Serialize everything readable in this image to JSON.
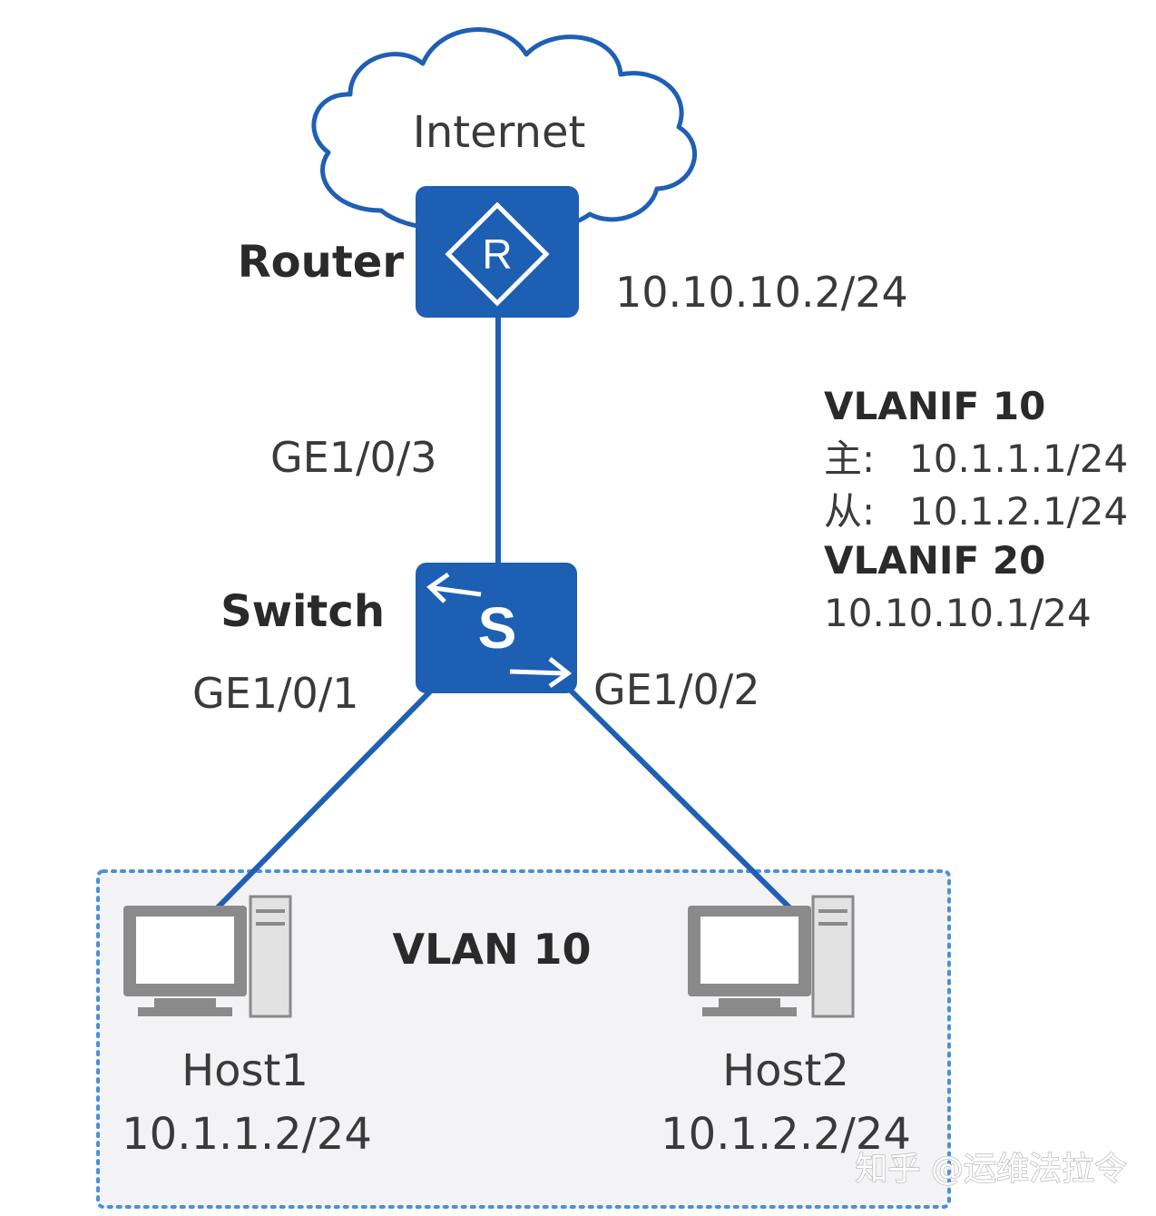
{
  "cloud": {
    "label": "Internet"
  },
  "router": {
    "label": "Router",
    "icon_letter": "R",
    "ip": "10.10.10.2/24"
  },
  "switch": {
    "label": "Switch",
    "icon_letter": "S",
    "port_uplink": "GE1/0/3",
    "port_left": "GE1/0/1",
    "port_right": "GE1/0/2"
  },
  "vlanif": {
    "vlanif10_title": "VLANIF 10",
    "primary_prefix": "主:",
    "primary_ip": "10.1.1.1/24",
    "secondary_prefix": "从:",
    "secondary_ip": "10.1.2.1/24",
    "vlanif20_title": "VLANIF 20",
    "vlanif20_ip": "10.10.10.1/24"
  },
  "vlan_area": {
    "label": "VLAN 10"
  },
  "host1": {
    "name": "Host1",
    "ip": "10.1.1.2/24"
  },
  "host2": {
    "name": "Host2",
    "ip": "10.1.2.2/24"
  },
  "watermark": {
    "text": "知乎 @运维法拉令"
  },
  "colors": {
    "device_blue": "#1d5fb3",
    "link_blue": "#1f5fb4",
    "vlan_border": "#4a90d9",
    "vlan_fill": "#f3f3f5",
    "pc_gray": "#8a8a8a"
  }
}
